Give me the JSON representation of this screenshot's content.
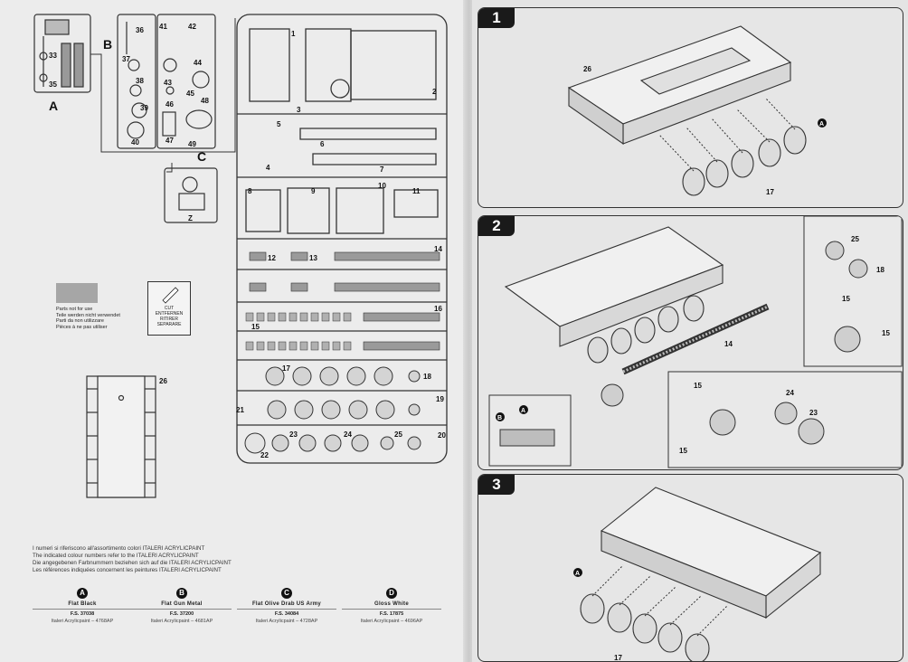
{
  "sprue_labels": {
    "A": "A",
    "B": "B",
    "C": "C",
    "Z": "Z",
    "parts": [
      "33",
      "35",
      "36",
      "37",
      "38",
      "39",
      "40",
      "41",
      "42",
      "43",
      "44",
      "45",
      "46",
      "47",
      "48",
      "49"
    ]
  },
  "sprue_main_labels": [
    "1",
    "2",
    "3",
    "4",
    "5",
    "6",
    "7",
    "8",
    "9",
    "10",
    "11",
    "12",
    "13",
    "14",
    "15",
    "16",
    "17",
    "18",
    "19",
    "20",
    "21",
    "22",
    "23",
    "24",
    "25",
    "26"
  ],
  "not_for_use": {
    "lines": [
      "Parts not for use",
      "Teile werden nicht verwendet",
      "Parti da non utilizzare",
      "Pièces à ne pas utiliser"
    ]
  },
  "cut_box": {
    "lines": [
      "CUT",
      "ENTFERNEN",
      "RITIRER",
      "SEPARARE"
    ]
  },
  "color_legend": {
    "lines": [
      "I numeri si riferiscono all'assortimento colori ITALERI ACRYLICPAINT",
      "The indicated colour numbers refer to the ITALERI ACRYLICPAINT",
      "Die angegebenen Farbnummern beziehen sich auf die ITALERI ACRYLICPAINT",
      "Les références indiquées concernent les peintures ITALERI ACRYLICPAINT"
    ]
  },
  "paints": [
    {
      "letter": "A",
      "name": "Flat Black",
      "fs": "F.S. 37038",
      "acrylic": "Italeri Acrylicpaint – 4768AP"
    },
    {
      "letter": "B",
      "name": "Flat Gun Metal",
      "fs": "F.S. 37200",
      "acrylic": "Italeri Acrylicpaint – 4681AP"
    },
    {
      "letter": "C",
      "name": "Flat Olive Drab US Army",
      "fs": "F.S. 34084",
      "acrylic": "Italeri Acrylicpaint – 4728AP"
    },
    {
      "letter": "D",
      "name": "Gloss White",
      "fs": "F.S. 17875",
      "acrylic": "Italeri Acrylicpaint – 4696AP"
    }
  ],
  "steps": [
    {
      "number": "1",
      "labels": {
        "hull": "26",
        "wheels": "17",
        "paint": "A"
      }
    },
    {
      "number": "2",
      "labels": {
        "track": "14",
        "wheel_a": "25",
        "wheel_b": "18",
        "part15": "15",
        "sprocket_a": "24",
        "sprocket_b": "23",
        "paint_a": "A",
        "paint_b": "B"
      }
    },
    {
      "number": "3",
      "labels": {
        "paint": "A",
        "bottom": "17"
      }
    }
  ],
  "hull_label": "26"
}
